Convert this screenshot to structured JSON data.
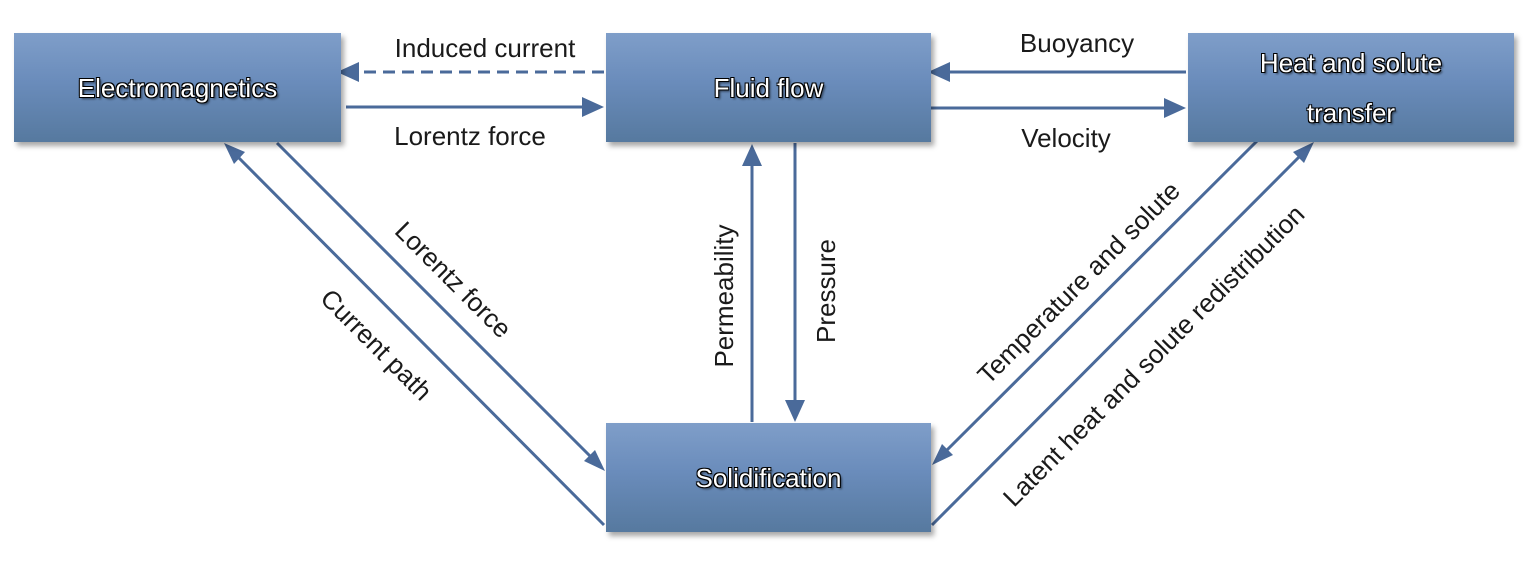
{
  "nodes": {
    "electromagnetics": "Electromagnetics",
    "fluid_flow": "Fluid flow",
    "heat_solute": "Heat and solute transfer",
    "solidification": "Solidification"
  },
  "edges": {
    "induced_current": "Induced current",
    "lorentz_force_horizontal": "Lorentz force",
    "buoyancy": "Buoyancy",
    "velocity": "Velocity",
    "lorentz_force_diagonal": "Lorentz force",
    "current_path": "Current path",
    "permeability": "Permeability",
    "pressure": "Pressure",
    "temperature_solute": "Temperature and solute",
    "latent_heat": "Latent heat and solute redistribution"
  },
  "colors": {
    "arrow": "#4a6a9a",
    "box_top": "#7f9ec9",
    "box_bottom": "#56799f",
    "box_text": "#ffffff",
    "label_text": "#1a1a1a"
  }
}
